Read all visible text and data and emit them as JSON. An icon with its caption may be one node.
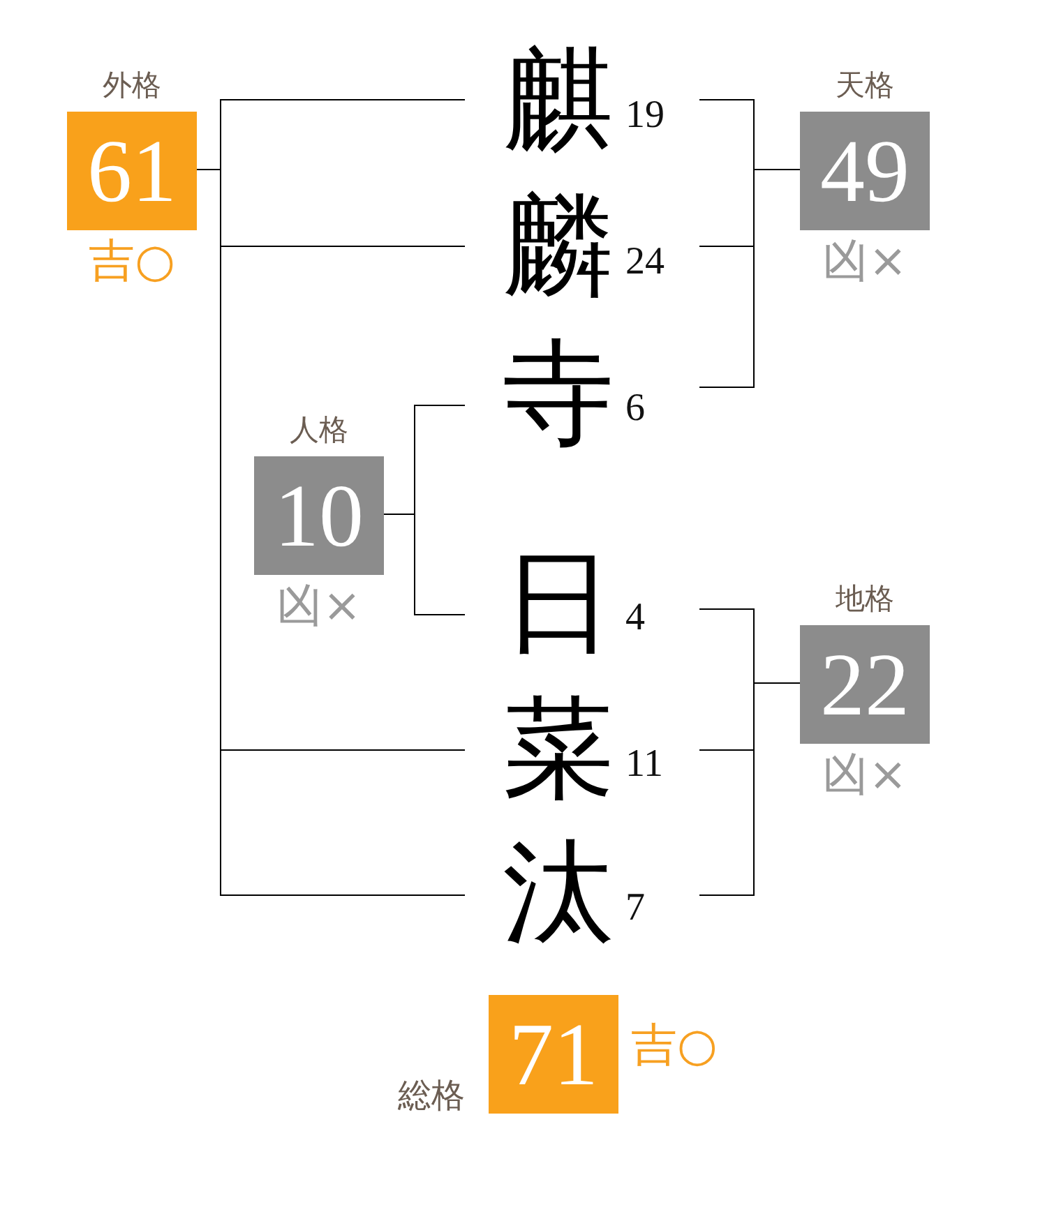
{
  "diagram": {
    "nodes": [
      {
        "text": [
          "外格",
          "61"
        ],
        "beside": [
          "吉○"
        ]
      },
      {
        "text": [
          "麒"
        ],
        "beside": [
          "19"
        ]
      },
      {
        "text": [
          "天格",
          "49"
        ],
        "beside": [
          "凶×"
        ]
      },
      {
        "text": [
          "麟"
        ],
        "beside": [
          "24"
        ]
      },
      {
        "text": [
          "寺"
        ],
        "beside": [
          "6"
        ]
      },
      {
        "text": [
          "人格",
          "10"
        ],
        "beside": [
          "凶×"
        ]
      },
      {
        "text": [
          "日"
        ],
        "beside": [
          "4"
        ]
      },
      {
        "text": [
          "地格",
          "22"
        ],
        "beside": [
          "凶×"
        ]
      },
      {
        "text": [
          "菜"
        ],
        "beside": [
          "11"
        ]
      },
      {
        "text": [
          "汰"
        ],
        "beside": [
          "7"
        ]
      },
      {
        "text": [
          "総格",
          "71"
        ],
        "beside": [
          "吉○"
        ]
      }
    ],
    "edges": [
      {
        "from": 1,
        "to": 0,
        "arrow": "none"
      },
      {
        "from": 3,
        "to": 0,
        "arrow": "none"
      },
      {
        "from": 8,
        "to": 0,
        "arrow": "none"
      },
      {
        "from": 9,
        "to": 0,
        "arrow": "none"
      },
      {
        "from": 1,
        "to": 2,
        "arrow": "none"
      },
      {
        "from": 3,
        "to": 2,
        "arrow": "none"
      },
      {
        "from": 4,
        "to": 2,
        "arrow": "none"
      },
      {
        "from": 4,
        "to": 5,
        "arrow": "none"
      },
      {
        "from": 6,
        "to": 5,
        "arrow": "none"
      },
      {
        "from": 6,
        "to": 7,
        "arrow": "none"
      },
      {
        "from": 8,
        "to": 7,
        "arrow": "none"
      },
      {
        "from": 9,
        "to": 7,
        "arrow": "none"
      }
    ]
  }
}
